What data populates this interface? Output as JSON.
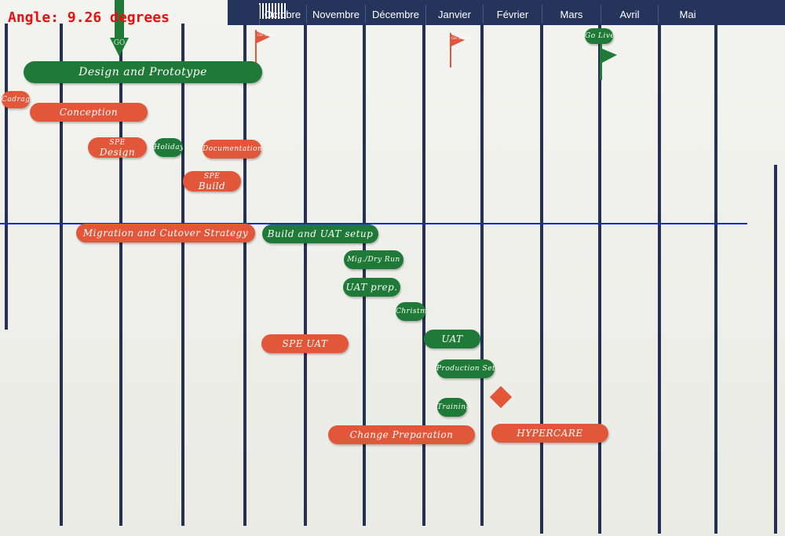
{
  "overlay": {
    "angle_text": "Angle: 9.26 degrees"
  },
  "months": [
    "Octobre",
    "Novembre",
    "Décembre",
    "Janvier",
    "Février",
    "Mars",
    "Avril",
    "Mai"
  ],
  "go_label": "GO",
  "go_live_label": "Go Live",
  "flag_text": "Go Stable",
  "tasks": {
    "cadrage": "Cadrage",
    "design_prototype": "Design and Prototype",
    "conception": "Conception",
    "spe_design_l1": "SPE",
    "spe_design_l2": "Design",
    "holidays": "Holidays",
    "documentation": "Documentation",
    "spe_build_l1": "SPE",
    "spe_build_l2": "Build",
    "migration": "Migration and Cutover Strategy",
    "build_uat_setup": "Build and UAT setup",
    "mig_dry_run": "Mig./Dry Run",
    "uat_prep": "UAT prep.",
    "christmas": "Christmas",
    "spe_uat": "SPE   UAT",
    "uat": "UAT",
    "production_setup": "Production Setup",
    "training": "Training",
    "change_preparation": "Change   Preparation",
    "hypercare": "HYPERCARE"
  },
  "colors": {
    "header": "#25345a",
    "green": "#1e7a36",
    "red": "#e2573a",
    "reference_line": "#1a23e6",
    "overlay_text": "#e81010"
  }
}
